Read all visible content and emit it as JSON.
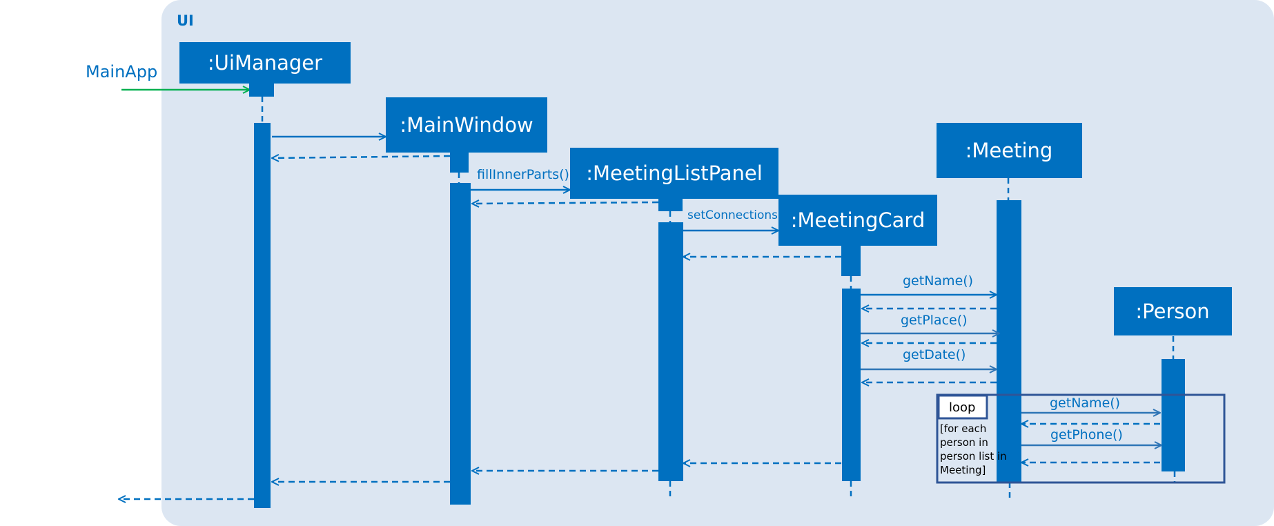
{
  "frame": {
    "title": "UI"
  },
  "caller": {
    "label": "MainApp"
  },
  "participants": {
    "ui_manager": ":UiManager",
    "main_window": ":MainWindow",
    "meeting_list_panel": ":MeetingListPanel",
    "meeting_card": ":MeetingCard",
    "meeting": ":Meeting",
    "person": ":Person"
  },
  "messages": {
    "fill_inner_parts": "fillInnerParts()",
    "set_connections": "setConnections()",
    "get_name": "getName()",
    "get_place": "getPlace()",
    "get_date": "getDate()",
    "person_get_name": "getName()",
    "person_get_phone": "getPhone()"
  },
  "loop": {
    "keyword": "loop",
    "guard": [
      "[for each",
      "person in",
      "person list in",
      "Meeting]"
    ]
  },
  "colors": {
    "frame_bg": "#DCE6F2",
    "box": "#0070C0",
    "arrow": "#0070C0",
    "reply": "#2E75B6",
    "found_message": "#00B050",
    "loop_border": "#2F5597"
  }
}
